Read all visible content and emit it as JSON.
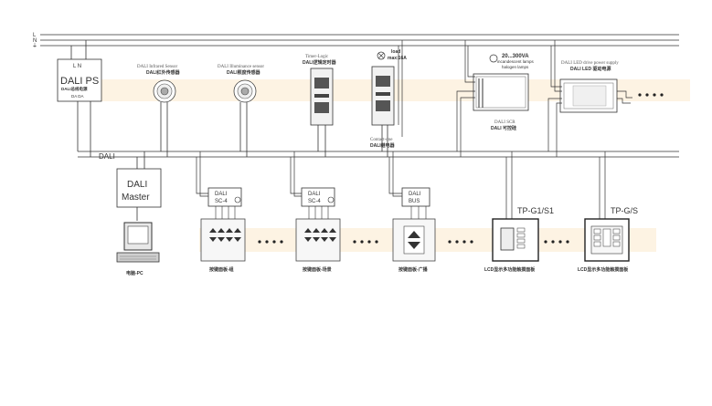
{
  "mains": {
    "label_l": "L",
    "label_n": "N",
    "label_pe": "⏚"
  },
  "dali_bus_label": "DALI",
  "power_supply": {
    "ln": "L  N",
    "title": "DALI PS",
    "sub": "DALI总线电源",
    "da": "DA DA"
  },
  "ir_sensor": {
    "label_en": "DALI Infrared Sensor",
    "label_cn": "DALI红外传感器"
  },
  "lux_sensor": {
    "label_en": "DALI Illuminance sensor",
    "label_cn": "DALI照度传感器"
  },
  "timer": {
    "label_en": "Timer-Logic",
    "label_cn": "DALI逻辑定时器"
  },
  "relay": {
    "load_label": "load",
    "load_max": "max:16A",
    "label_en": "Contact-one",
    "label_cn": "DALI继电器"
  },
  "scr": {
    "rating": "20...300VA",
    "rating_desc_1": "incandescent lamps",
    "rating_desc_2": "halogen lamps",
    "label_en": "DALI SCR",
    "label_cn": "DALI 可控硅"
  },
  "led_driver": {
    "label_en": "DALI LED drive power supply",
    "label_cn": "DALI LED 驱动电源"
  },
  "master": {
    "line1": "DALI",
    "line2": "Master"
  },
  "pc_label": "电脑-PC",
  "modules": [
    {
      "line1": "DALI",
      "line2": "SC-4"
    },
    {
      "line1": "DALI",
      "line2": "SC-4"
    },
    {
      "line1": "DALI",
      "line2": "BUS"
    }
  ],
  "panels": [
    {
      "label": "按键面板-组"
    },
    {
      "label": "按键面板-场景"
    },
    {
      "label": "按键面板-广播"
    },
    {
      "label": "LCD显示多功能触摸面板",
      "model": "TP-G1/S1"
    },
    {
      "label": "LCD显示多功能触摸面板",
      "model": "TP-G/S"
    }
  ],
  "colors": {
    "highlight_band": "#fdf3e3",
    "line": "#333333"
  }
}
